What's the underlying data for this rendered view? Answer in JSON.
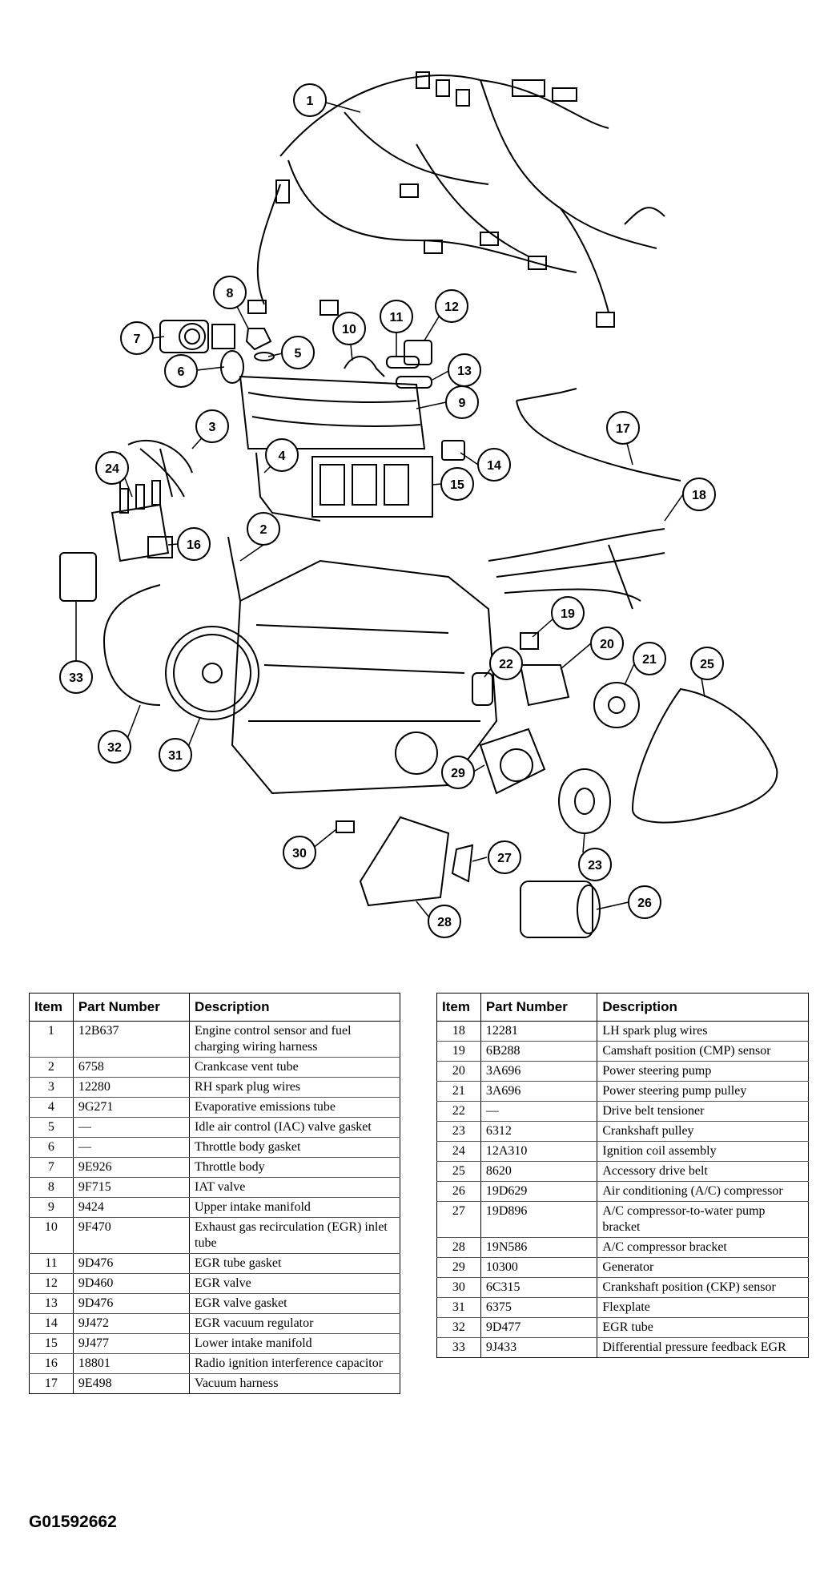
{
  "diagram": {
    "callouts": [
      "1",
      "2",
      "3",
      "4",
      "5",
      "6",
      "7",
      "8",
      "9",
      "10",
      "11",
      "12",
      "13",
      "14",
      "15",
      "16",
      "17",
      "18",
      "19",
      "20",
      "21",
      "22",
      "23",
      "24",
      "25",
      "26",
      "27",
      "28",
      "29",
      "30",
      "31",
      "32",
      "33"
    ]
  },
  "table": {
    "headers": {
      "item": "Item",
      "part_number": "Part Number",
      "description": "Description"
    },
    "left_rows": [
      {
        "item": "1",
        "part_number": "12B637",
        "description": "Engine control sensor and fuel charging wiring harness"
      },
      {
        "item": "2",
        "part_number": "6758",
        "description": "Crankcase vent tube"
      },
      {
        "item": "3",
        "part_number": "12280",
        "description": "RH spark plug wires"
      },
      {
        "item": "4",
        "part_number": "9G271",
        "description": "Evaporative emissions tube"
      },
      {
        "item": "5",
        "part_number": "—",
        "description": "Idle air control (IAC) valve gasket"
      },
      {
        "item": "6",
        "part_number": "—",
        "description": "Throttle body gasket"
      },
      {
        "item": "7",
        "part_number": "9E926",
        "description": "Throttle body"
      },
      {
        "item": "8",
        "part_number": "9F715",
        "description": "IAT valve"
      },
      {
        "item": "9",
        "part_number": "9424",
        "description": "Upper intake manifold"
      },
      {
        "item": "10",
        "part_number": "9F470",
        "description": "Exhaust gas recirculation (EGR) inlet tube"
      },
      {
        "item": "11",
        "part_number": "9D476",
        "description": "EGR tube gasket"
      },
      {
        "item": "12",
        "part_number": "9D460",
        "description": "EGR valve"
      },
      {
        "item": "13",
        "part_number": "9D476",
        "description": "EGR valve gasket"
      },
      {
        "item": "14",
        "part_number": "9J472",
        "description": "EGR vacuum regulator"
      },
      {
        "item": "15",
        "part_number": "9J477",
        "description": "Lower intake manifold"
      },
      {
        "item": "16",
        "part_number": "18801",
        "description": "Radio ignition interference capacitor"
      },
      {
        "item": "17",
        "part_number": "9E498",
        "description": "Vacuum harness"
      }
    ],
    "right_rows": [
      {
        "item": "18",
        "part_number": "12281",
        "description": "LH spark plug wires"
      },
      {
        "item": "19",
        "part_number": "6B288",
        "description": "Camshaft position (CMP) sensor"
      },
      {
        "item": "20",
        "part_number": "3A696",
        "description": "Power steering pump"
      },
      {
        "item": "21",
        "part_number": "3A696",
        "description": "Power steering pump pulley"
      },
      {
        "item": "22",
        "part_number": "—",
        "description": "Drive belt tensioner"
      },
      {
        "item": "23",
        "part_number": "6312",
        "description": "Crankshaft pulley"
      },
      {
        "item": "24",
        "part_number": "12A310",
        "description": "Ignition coil assembly"
      },
      {
        "item": "25",
        "part_number": "8620",
        "description": "Accessory drive belt"
      },
      {
        "item": "26",
        "part_number": "19D629",
        "description": "Air conditioning (A/C) compressor"
      },
      {
        "item": "27",
        "part_number": "19D896",
        "description": "A/C compressor-to-water pump bracket"
      },
      {
        "item": "28",
        "part_number": "19N586",
        "description": "A/C compressor bracket"
      },
      {
        "item": "29",
        "part_number": "10300",
        "description": "Generator"
      },
      {
        "item": "30",
        "part_number": "6C315",
        "description": "Crankshaft position (CKP) sensor"
      },
      {
        "item": "31",
        "part_number": "6375",
        "description": "Flexplate"
      },
      {
        "item": "32",
        "part_number": "9D477",
        "description": "EGR tube"
      },
      {
        "item": "33",
        "part_number": "9J433",
        "description": "Differential pressure feedback EGR"
      }
    ]
  },
  "figure_id": "G01592662"
}
